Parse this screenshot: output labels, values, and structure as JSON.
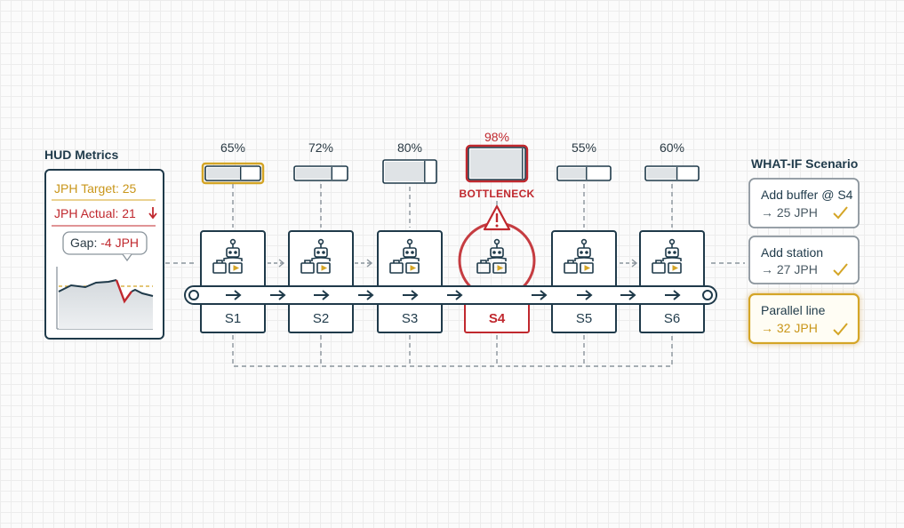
{
  "hud": {
    "title": "HUD Metrics",
    "jph_target": "JPH Target: 25",
    "jph_actual": "JPH Actual: 21",
    "gap_label": "Gap:",
    "gap_value": "-4 JPH"
  },
  "stations": [
    {
      "label": "S1",
      "utilization": "65%",
      "fill": 0.65,
      "status": "normal"
    },
    {
      "label": "S2",
      "utilization": "72%",
      "fill": 0.72,
      "status": "normal"
    },
    {
      "label": "S3",
      "utilization": "80%",
      "fill": 0.8,
      "status": "normal"
    },
    {
      "label": "S4",
      "utilization": "98%",
      "fill": 0.98,
      "status": "bottleneck"
    },
    {
      "label": "S5",
      "utilization": "55%",
      "fill": 0.55,
      "status": "normal"
    },
    {
      "label": "S6",
      "utilization": "60%",
      "fill": 0.6,
      "status": "normal"
    }
  ],
  "bottleneck_label": "BOTTLENECK",
  "what_if": {
    "title": "WHAT-IF Scenario",
    "scenarios": [
      {
        "line1": "Add buffer @ S4",
        "line2": "→ 25 JPH",
        "highlighted": false
      },
      {
        "line1": "Add station",
        "line2": "→ 27 JPH",
        "highlighted": false
      },
      {
        "line1": "Parallel line",
        "line2": "→ 32 JPH",
        "highlighted": true
      }
    ]
  },
  "colors": {
    "navy": "#1f3a4a",
    "red": "#c0282e",
    "gold": "#d4a526",
    "gray_dash": "#8a949c"
  },
  "icons": [
    "robot-arm-icon",
    "warning-icon",
    "checkmark-icon",
    "arrow-down-icon",
    "arrow-right-icon"
  ]
}
